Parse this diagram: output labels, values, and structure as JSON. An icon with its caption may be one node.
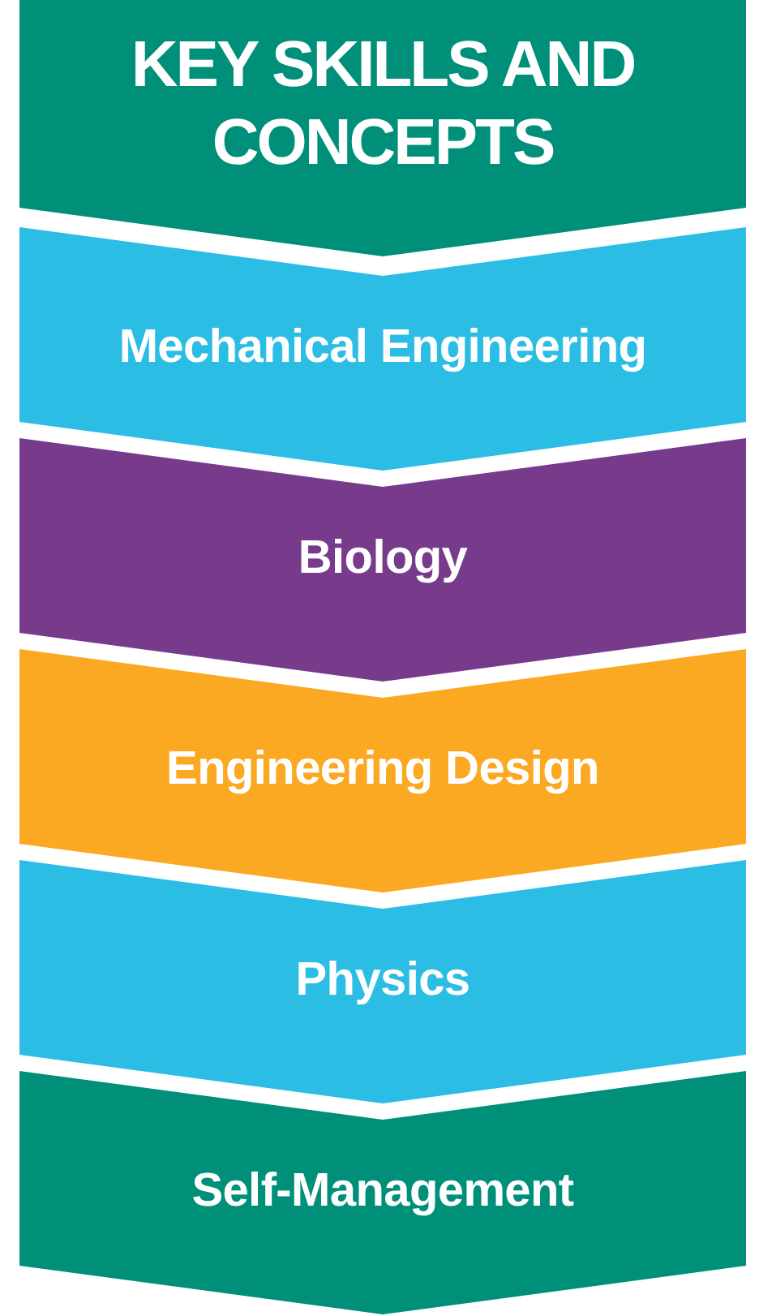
{
  "diagram": {
    "nodes": [
      {
        "text": [
          "KEY SKILLS AND CONCEPTS"
        ]
      },
      {
        "text": [
          "Mechanical Engineering"
        ]
      },
      {
        "text": [
          "Biology"
        ]
      },
      {
        "text": [
          "Engineering Design"
        ]
      },
      {
        "text": [
          "Physics"
        ]
      },
      {
        "text": [
          "Self-Management"
        ]
      }
    ]
  }
}
